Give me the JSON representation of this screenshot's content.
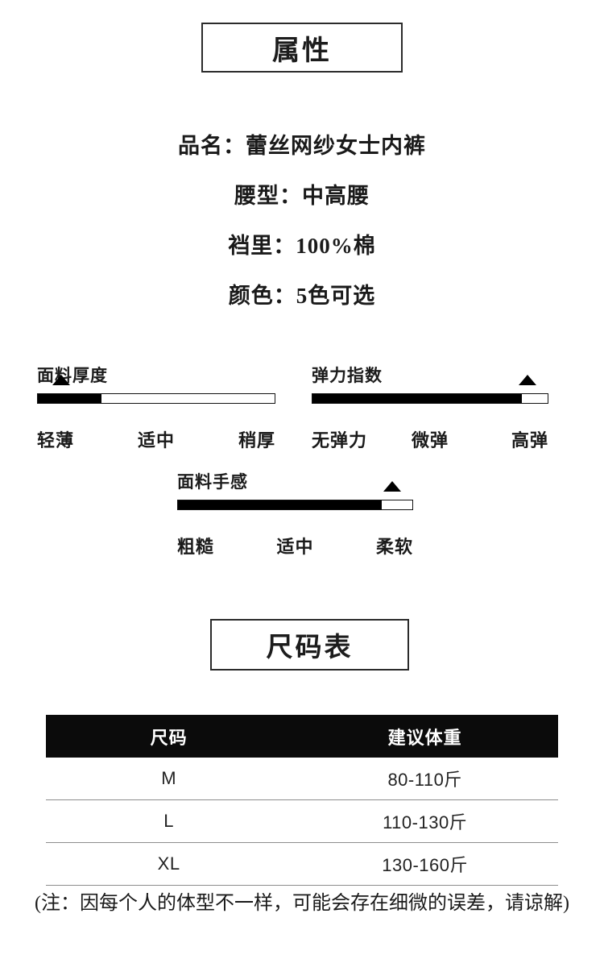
{
  "attributes_section": {
    "title": "属性",
    "items": [
      "品名：蕾丝网纱女士内裤",
      "腰型：中高腰",
      "裆里：100%棉",
      "颜色：5色可选"
    ]
  },
  "sliders": [
    {
      "name": "fabric-thickness",
      "title": "面料厚度",
      "fill_percent": 27,
      "marker_percent": 10,
      "labels": [
        "轻薄",
        "适中",
        "稍厚"
      ]
    },
    {
      "name": "elasticity-index",
      "title": "弹力指数",
      "fill_percent": 89,
      "marker_percent": 91,
      "labels": [
        "无弹力",
        "微弹",
        "高弹"
      ]
    },
    {
      "name": "fabric-handfeel",
      "title": "面料手感",
      "fill_percent": 87,
      "marker_percent": 91,
      "labels": [
        "粗糙",
        "适中",
        "柔软"
      ]
    }
  ],
  "size_section": {
    "title": "尺码表",
    "table": {
      "headers": [
        "尺码",
        "建议体重"
      ],
      "rows": [
        [
          "M",
          "80-110斤"
        ],
        [
          "L",
          "110-130斤"
        ],
        [
          "XL",
          "130-160斤"
        ]
      ]
    },
    "note": "(注：因每个人的体型不一样，可能会存在细微的误差，请谅解)"
  },
  "colors": {
    "bar_fill": "#000000",
    "table_header_bg": "#0b0b0b",
    "table_header_text": "#ffffff",
    "row_divider": "#8d8d8d",
    "text": "#1a1a1a"
  }
}
